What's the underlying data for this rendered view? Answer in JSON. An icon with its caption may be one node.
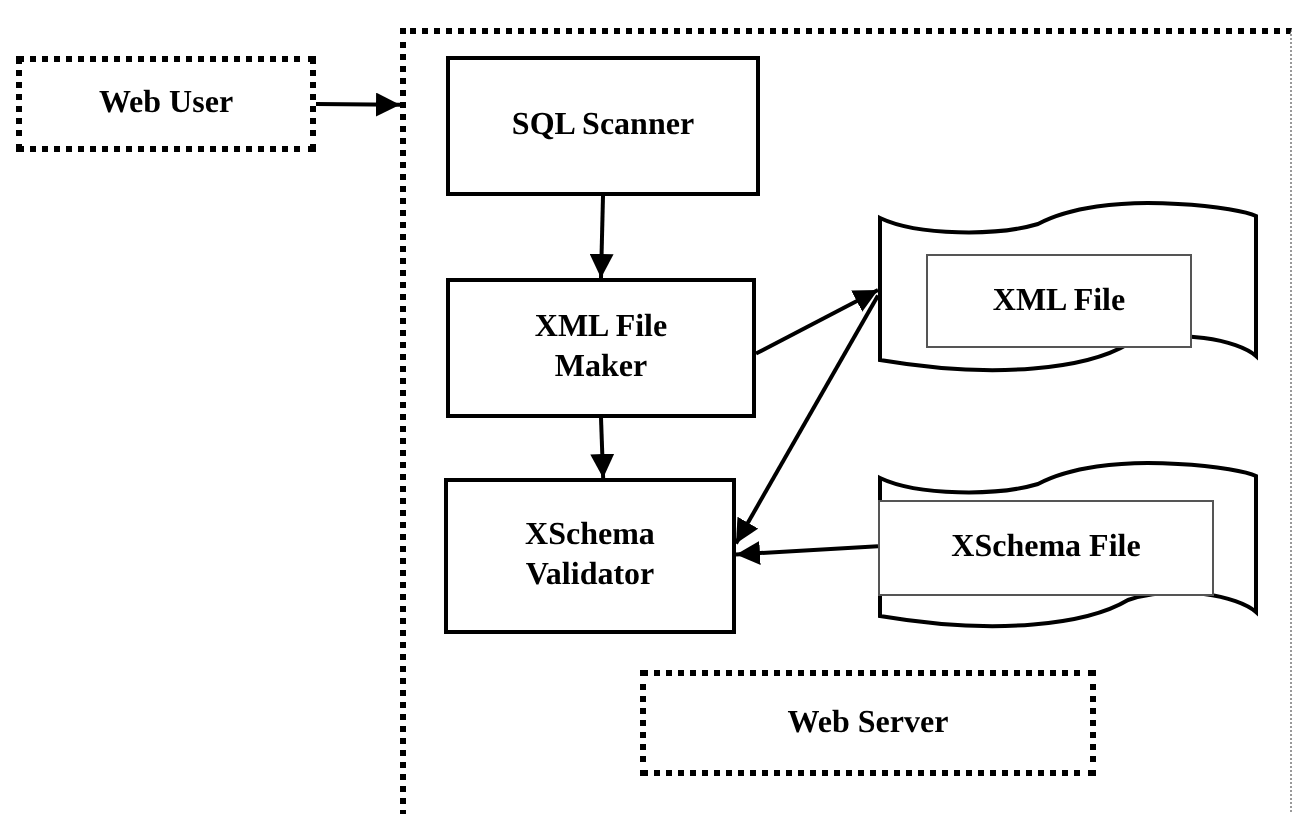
{
  "diagram": {
    "nodes": [
      {
        "text": [
          "Web User"
        ]
      },
      {
        "text": [],
        "shape": "box"
      },
      {
        "text": [
          "SQL Scanner"
        ],
        "in": 1
      },
      {
        "text": [
          "XML File Maker"
        ],
        "in": 1
      },
      {
        "text": [
          "XML File"
        ],
        "in": 1
      },
      {
        "text": [
          "XSchema Validator"
        ],
        "in": 1
      },
      {
        "text": [
          "XSchema File"
        ],
        "in": 1
      },
      {
        "text": [
          "Web Server"
        ],
        "in": 1
      }
    ],
    "edges": [
      {
        "from": 0,
        "to": 1,
        "arrow": "to"
      },
      {
        "from": 2,
        "to": 3,
        "arrow": "to"
      },
      {
        "from": 3,
        "to": 4,
        "arrow": "to"
      },
      {
        "from": 3,
        "to": 5,
        "arrow": "to"
      },
      {
        "from": 4,
        "to": 5,
        "arrow": "to"
      },
      {
        "from": 6,
        "to": 5,
        "arrow": "to"
      }
    ]
  }
}
